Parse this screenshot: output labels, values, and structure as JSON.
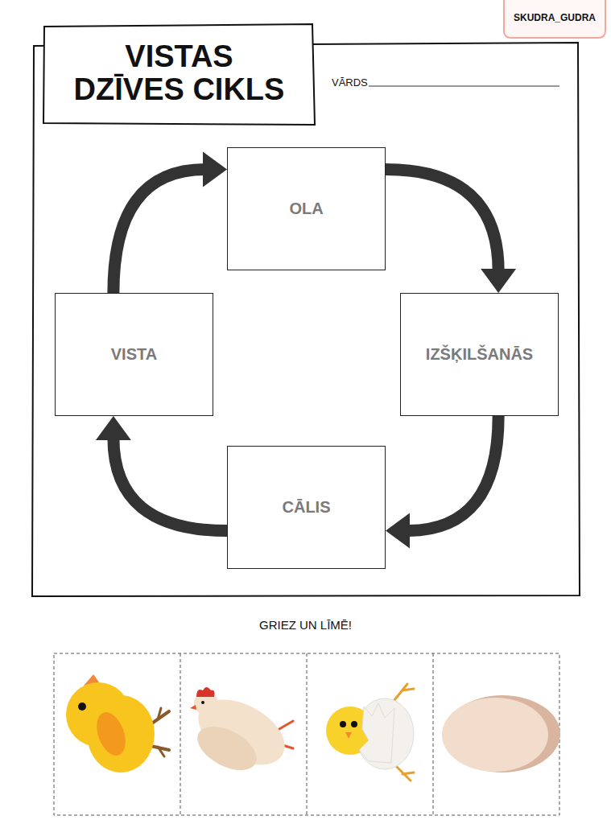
{
  "diagram": {
    "title": "VISTAS DZĪVES CIKLS",
    "nodes": [
      {
        "text": [
          "OLA"
        ]
      },
      {
        "text": [
          "VISTA"
        ]
      },
      {
        "text": [
          "IZŠĶILŠANĀS"
        ]
      },
      {
        "text": [
          "CĀLIS"
        ]
      }
    ],
    "edges": [
      {
        "from": 0,
        "to": 2,
        "arrow": "to"
      },
      {
        "from": 2,
        "to": 3,
        "arrow": "to"
      },
      {
        "from": 3,
        "to": 1,
        "arrow": "to"
      },
      {
        "from": 1,
        "to": 0,
        "arrow": "to"
      }
    ],
    "labels": [
      "SKUDRA_GUDRA",
      "VĀRDS",
      "GRIEZ UN LĪMĒ!"
    ]
  }
}
